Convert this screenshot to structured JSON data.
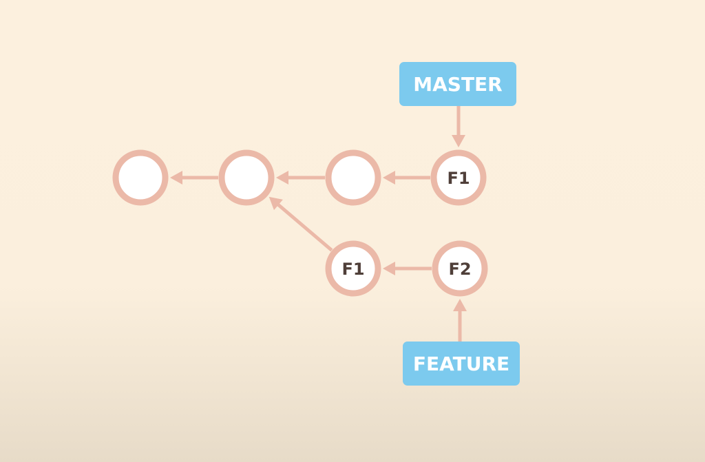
{
  "theme": {
    "line_color": "#ebb9a8",
    "node_fill": "#ffffff",
    "label_color": "#4f3f39",
    "tag_color": "#7ccaee",
    "tag_text_color": "#ffffff"
  },
  "commits": [
    {
      "id": "c1",
      "label": ""
    },
    {
      "id": "c2",
      "label": ""
    },
    {
      "id": "c3",
      "label": ""
    },
    {
      "id": "m1",
      "label": "F1"
    },
    {
      "id": "f1",
      "label": "F1"
    },
    {
      "id": "f2",
      "label": "F2"
    }
  ],
  "edges": [
    {
      "from": "c2",
      "to": "c1"
    },
    {
      "from": "c3",
      "to": "c2"
    },
    {
      "from": "m1",
      "to": "c3"
    },
    {
      "from": "f1",
      "to": "c2"
    },
    {
      "from": "f2",
      "to": "f1"
    }
  ],
  "branches": [
    {
      "id": "master",
      "label": "MASTER",
      "points_to": "m1"
    },
    {
      "id": "feature",
      "label": "FEATURE",
      "points_to": "f2"
    }
  ]
}
